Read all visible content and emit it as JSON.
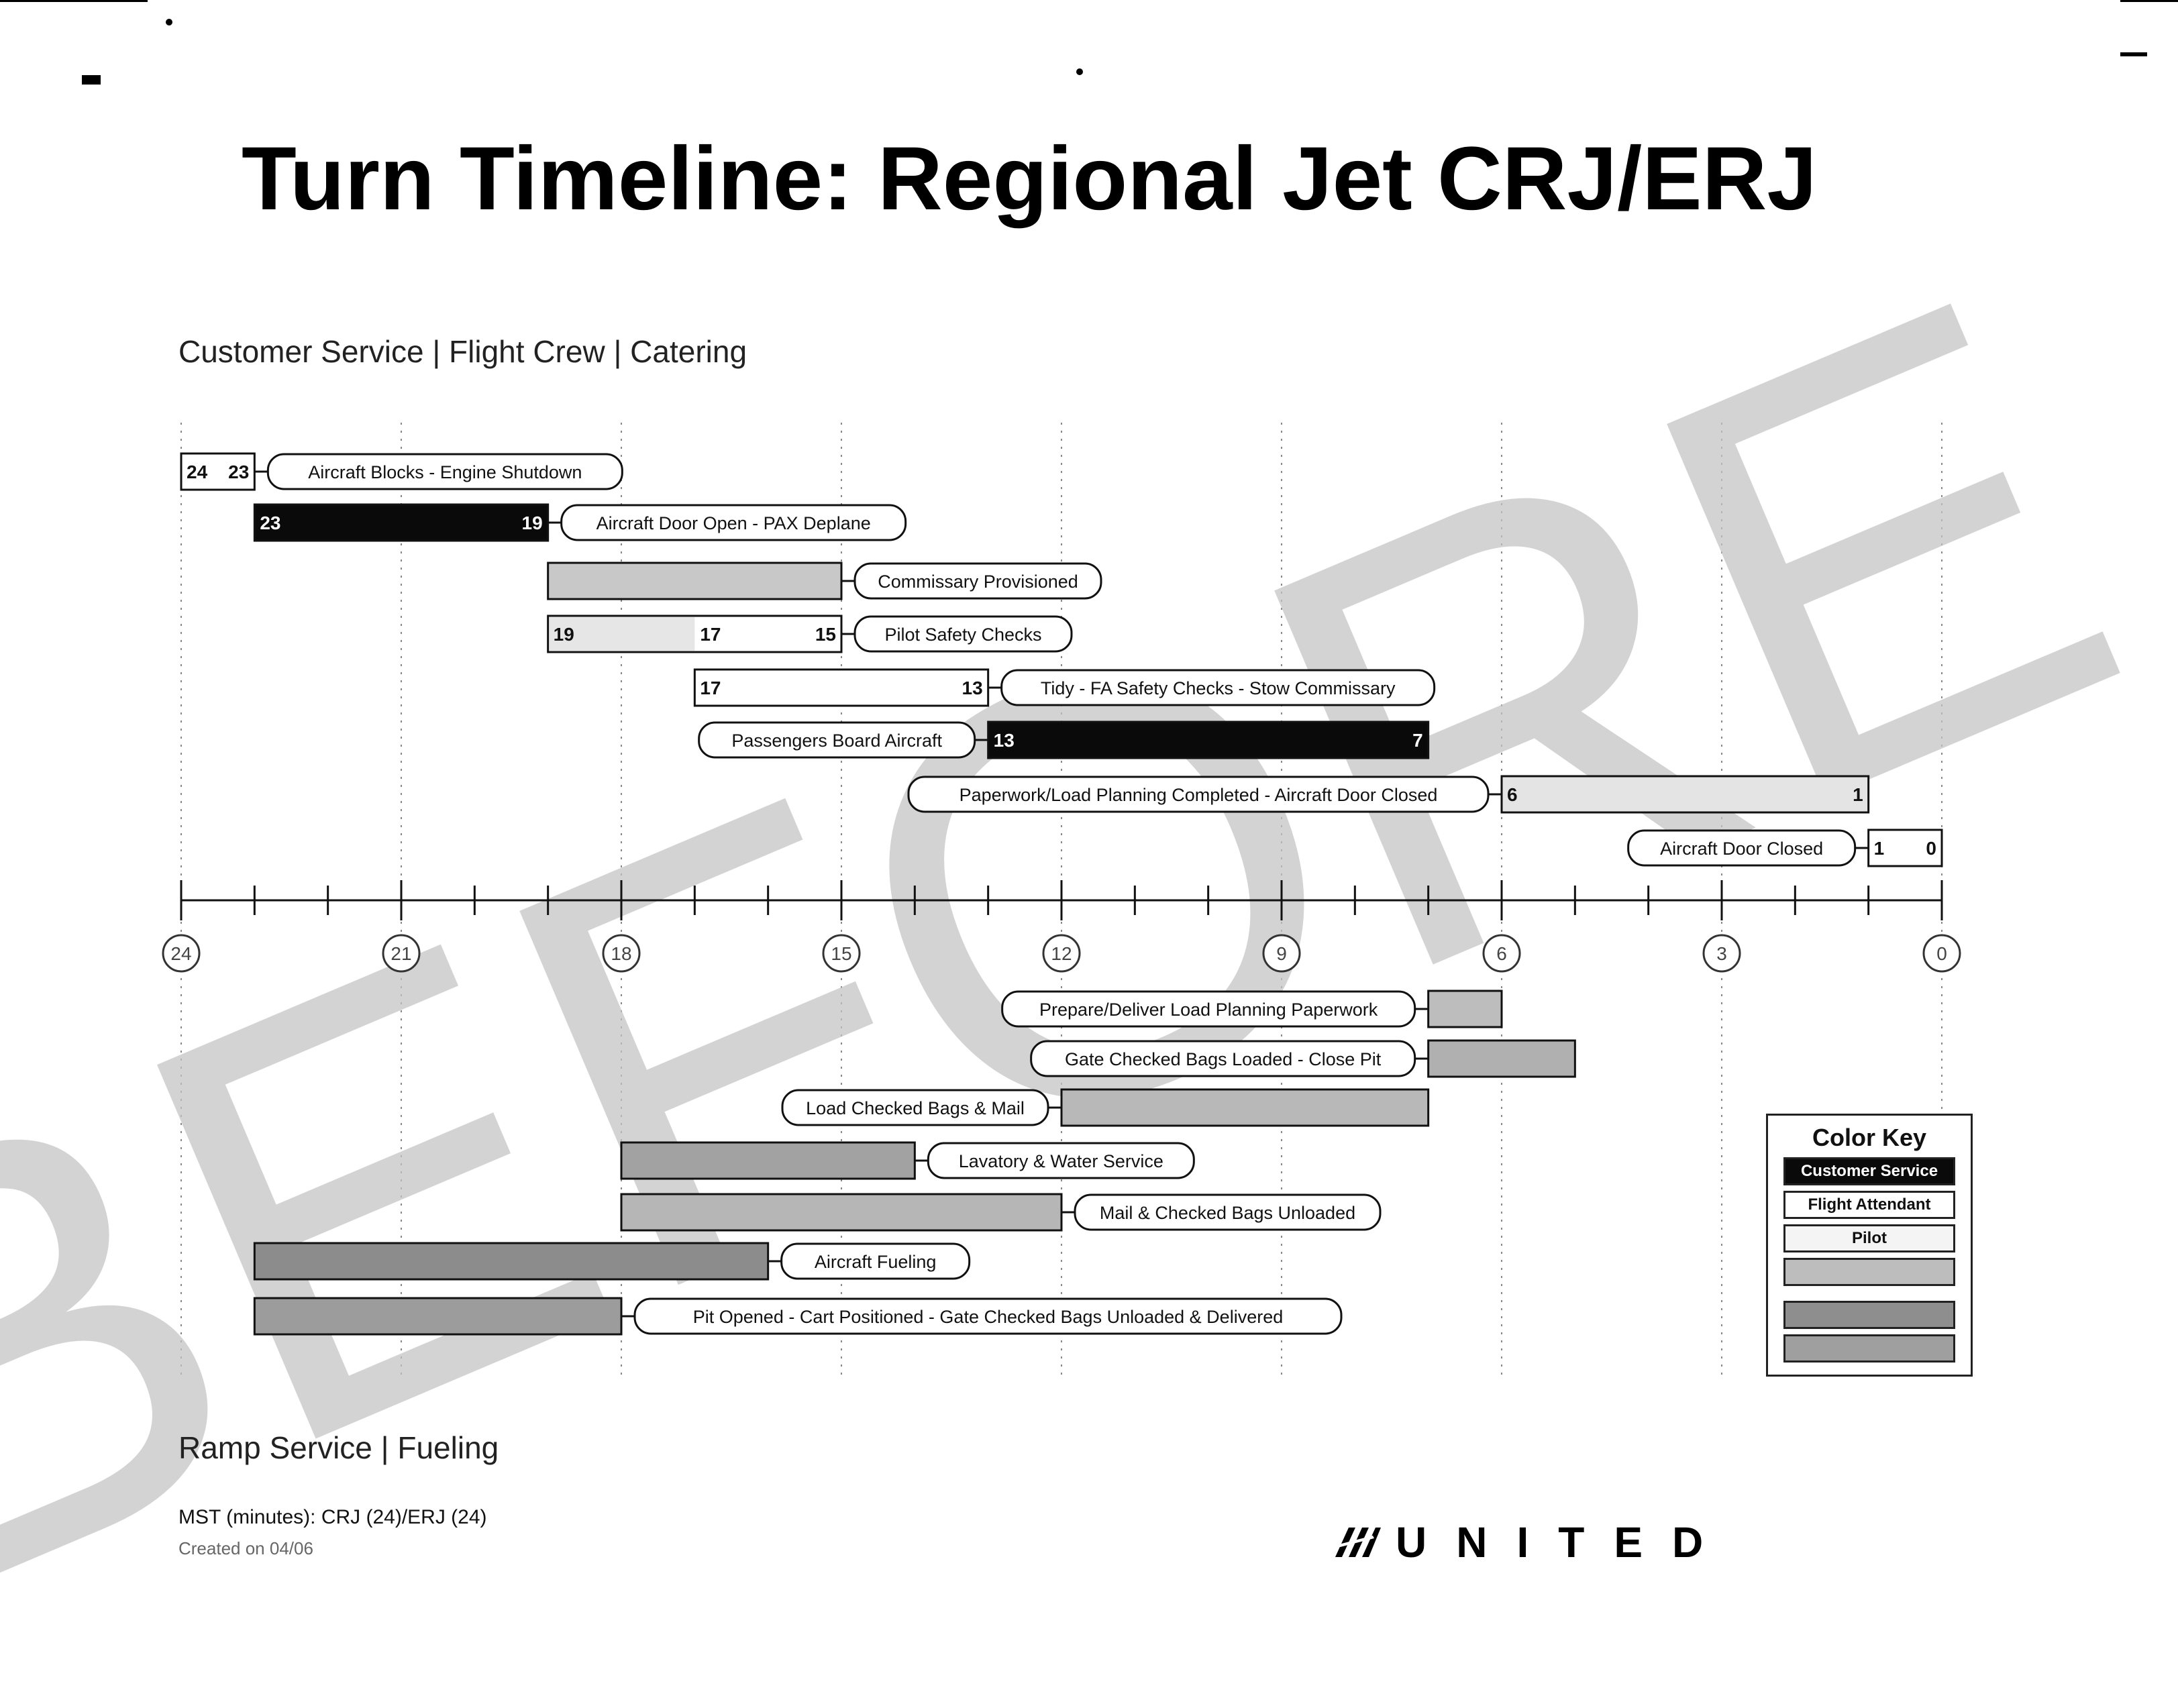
{
  "title": "Turn Timeline: Regional Jet CRJ/ERJ",
  "top_section_label": "Customer Service | Flight Crew | Catering",
  "bottom_section_label": "Ramp Service | Fueling",
  "watermark": "BEFORE",
  "footer": {
    "mst": "MST (minutes): CRJ (24)/ERJ (24)",
    "created": "Created on 04/06"
  },
  "brand": {
    "name": "UNITED"
  },
  "color_key": {
    "title": "Color Key",
    "items": [
      {
        "label": "Customer Service",
        "color": "#0a0a0a"
      },
      {
        "label": "Flight Attendant",
        "color": "#ffffff"
      },
      {
        "label": "Pilot",
        "color": "#f4f4f4"
      },
      {
        "label": "",
        "color": "#bdbdbd"
      },
      {
        "label": "",
        "color": "#8e8e8e"
      },
      {
        "label": "",
        "color": "#9f9f9f"
      }
    ]
  },
  "chart_data": {
    "type": "gantt",
    "x_axis": {
      "direction": "descending",
      "range": [
        24,
        0
      ],
      "labeled_ticks": [
        "24",
        "21",
        "18",
        "15",
        "12",
        "9",
        "6",
        "3",
        "0"
      ],
      "minor_tick_every": 1
    },
    "grid": true,
    "top_tasks": [
      {
        "label": "Aircraft Blocks - Engine Shutdown",
        "start": 24,
        "end": 23,
        "fill": "#ffffff",
        "numbers": [
          {
            "text": "24",
            "at": 24,
            "align": "start"
          },
          {
            "text": "23",
            "at": 23,
            "align": "end"
          }
        ],
        "label_side": "right"
      },
      {
        "label": "Aircraft Door Open - PAX Deplane",
        "start": 23,
        "end": 19,
        "fill": "#0a0a0a",
        "numbers": [
          {
            "text": "23",
            "at": 23,
            "align": "start"
          },
          {
            "text": "19",
            "at": 19,
            "align": "end"
          }
        ],
        "label_side": "right"
      },
      {
        "label": "Commissary Provisioned",
        "start": 19,
        "end": 15,
        "fill": "#c8c8c8",
        "numbers": [],
        "label_side": "right"
      },
      {
        "label": "Pilot Safety Checks",
        "start": 19,
        "end": 15,
        "fill": "#ffffff",
        "sub_fill": {
          "start": 19,
          "end": 17,
          "fill": "#e6e6e6"
        },
        "numbers": [
          {
            "text": "19",
            "at": 19,
            "align": "start"
          },
          {
            "text": "17",
            "at": 17,
            "align": "start"
          },
          {
            "text": "15",
            "at": 15,
            "align": "end"
          }
        ],
        "label_side": "right"
      },
      {
        "label": "Tidy - FA Safety Checks - Stow Commissary",
        "start": 17,
        "end": 13,
        "fill": "#ffffff",
        "numbers": [
          {
            "text": "17",
            "at": 17,
            "align": "start"
          },
          {
            "text": "13",
            "at": 13,
            "align": "end"
          }
        ],
        "label_side": "right"
      },
      {
        "label": "Passengers Board Aircraft",
        "start": 13,
        "end": 7,
        "fill": "#0a0a0a",
        "numbers": [
          {
            "text": "13",
            "at": 13,
            "align": "start"
          },
          {
            "text": "7",
            "at": 7,
            "align": "end"
          }
        ],
        "label_side": "left"
      },
      {
        "label": "Paperwork/Load Planning Completed - Aircraft Door Closed",
        "start": 6,
        "end": 1,
        "fill": "#e4e4e4",
        "numbers": [
          {
            "text": "6",
            "at": 6,
            "align": "start"
          },
          {
            "text": "1",
            "at": 1,
            "align": "end"
          }
        ],
        "label_side": "left"
      },
      {
        "label": "Aircraft Door Closed",
        "start": 1,
        "end": 0,
        "fill": "#ffffff",
        "numbers": [
          {
            "text": "1",
            "at": 1,
            "align": "start"
          },
          {
            "text": "0",
            "at": 0,
            "align": "end"
          }
        ],
        "label_side": "left"
      }
    ],
    "bottom_tasks": [
      {
        "label": "Prepare/Deliver Load Planning Paperwork",
        "start": 7,
        "end": 6,
        "fill": "#bdbdbd",
        "label_side": "left"
      },
      {
        "label": "Gate Checked Bags Loaded - Close Pit",
        "start": 7,
        "end": 5,
        "fill": "#b0b0b0",
        "label_side": "left"
      },
      {
        "label": "Load Checked Bags & Mail",
        "start": 12,
        "end": 7,
        "fill": "#b8b8b8",
        "label_side": "left"
      },
      {
        "label": "Lavatory & Water Service",
        "start": 18,
        "end": 14,
        "fill": "#a2a2a2",
        "label_side": "right"
      },
      {
        "label": "Mail & Checked Bags Unloaded",
        "start": 18,
        "end": 12,
        "fill": "#b6b6b6",
        "label_side": "right"
      },
      {
        "label": "Aircraft Fueling",
        "start": 23,
        "end": 16,
        "fill": "#8c8c8c",
        "label_side": "right"
      },
      {
        "label": "Pit Opened - Cart Positioned - Gate Checked Bags Unloaded & Delivered",
        "start": 23,
        "end": 18,
        "fill": "#9c9c9c",
        "label_side": "right"
      }
    ]
  }
}
